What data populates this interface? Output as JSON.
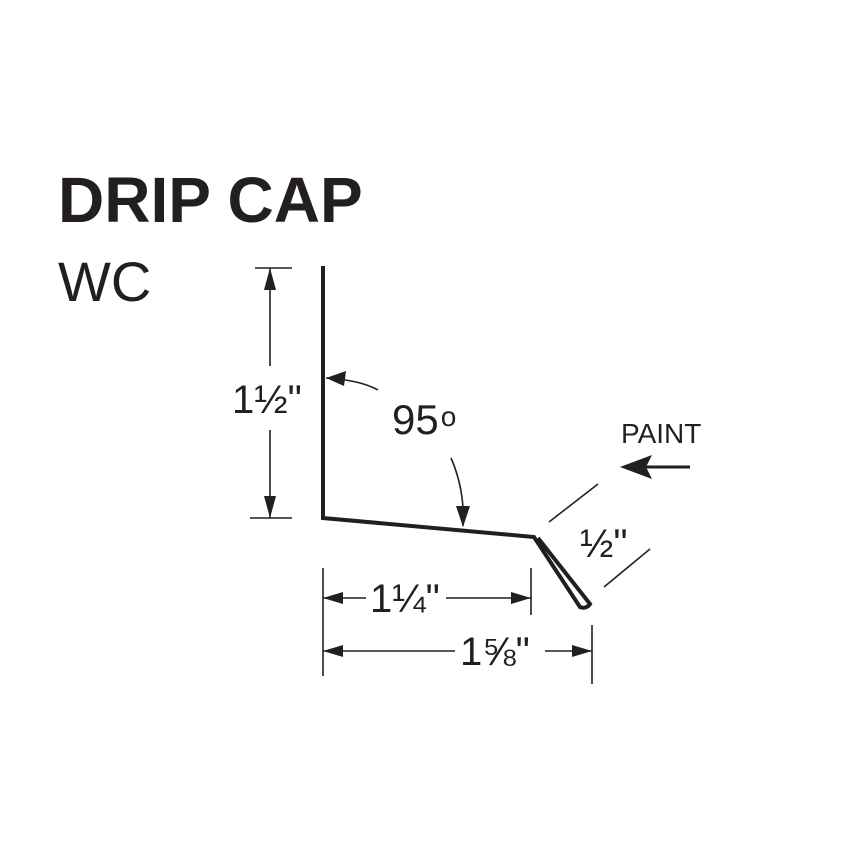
{
  "title": "DRIP CAP",
  "subtitle": "WC",
  "dimensions": {
    "vertical_leg": "1½\"",
    "angle": "95",
    "angle_unit": "o",
    "drip_leg": "½\"",
    "inner_width": "1¼\"",
    "overall_width": "1⅝\""
  },
  "paint_label": "PAINT",
  "colors": {
    "ink": "#231f20",
    "background": "#ffffff"
  }
}
